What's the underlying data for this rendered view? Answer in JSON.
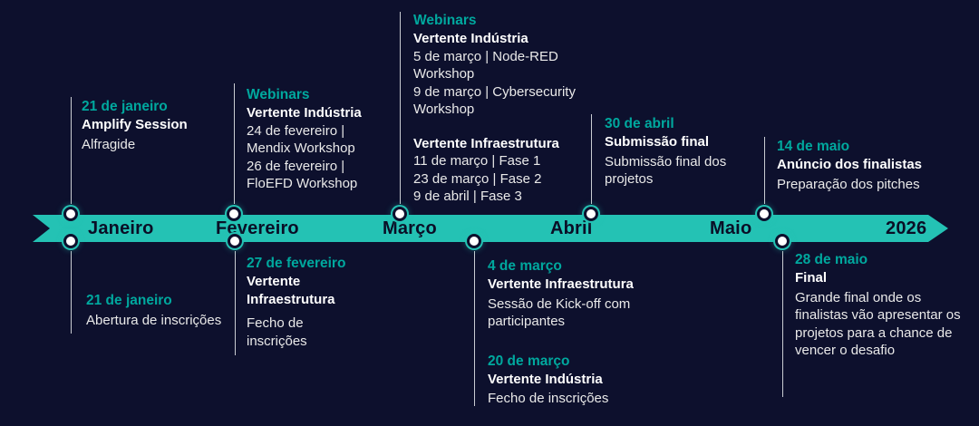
{
  "colors": {
    "bg": "#0d102d",
    "band": "#24c2b4",
    "accent": "#00a89e",
    "ink": "#0a0e26",
    "title": "#ffffff",
    "body": "#e9e9e9",
    "line": "#c9ccd2"
  },
  "timeline": {
    "months": [
      "Janeiro",
      "Fevereiro",
      "Março",
      "Abril",
      "Maio",
      "2026"
    ]
  },
  "events": {
    "jan_above": {
      "date": "21 de janeiro",
      "title": "Amplify Session",
      "body": "Alfragide"
    },
    "fev_above": {
      "date": "Webinars",
      "title": "Vertente Indústria",
      "items": [
        "24 de fevereiro | Mendix Workshop",
        "26 de fevereiro | FloEFD Workshop"
      ]
    },
    "mar_above": {
      "date": "Webinars",
      "sections": [
        {
          "title": "Vertente Indústria",
          "items": [
            "5 de março | Node-RED Workshop",
            "9 de março | Cybersecurity Workshop"
          ]
        },
        {
          "title": "Vertente Infraestrutura",
          "items": [
            "11 de março | Fase 1",
            "23 de março | Fase 2",
            "9 de abril | Fase 3"
          ]
        }
      ]
    },
    "abr_above": {
      "date": "30 de abril",
      "title": "Submissão final",
      "body": "Submissão final dos projetos"
    },
    "maio_above": {
      "date": "14 de maio",
      "title": "Anúncio dos finalistas",
      "body": "Preparação dos pitches"
    },
    "jan_below": {
      "date": "21 de janeiro",
      "body": "Abertura de inscrições"
    },
    "fev_below": {
      "date": "27 de fevereiro",
      "title": "Vertente Infraestrutura",
      "body": "Fecho de inscrições"
    },
    "mar_below": {
      "sections": [
        {
          "date": "4 de março",
          "title": "Vertente Infraestrutura",
          "body": "Sessão de Kick-off com participantes"
        },
        {
          "date": "20 de março",
          "title": "Vertente Indústria",
          "body": "Fecho de inscrições"
        }
      ]
    },
    "maio_below": {
      "date": "28 de maio",
      "title": "Final",
      "body": "Grande final onde os finalistas vão apresentar os projetos para a chance de vencer o desafio"
    }
  }
}
